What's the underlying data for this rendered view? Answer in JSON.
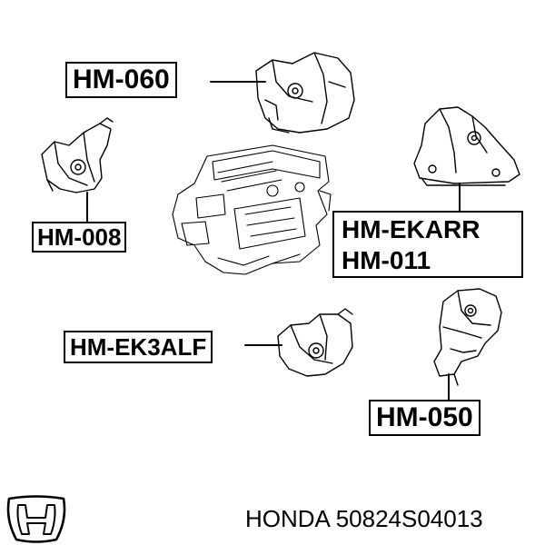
{
  "labels": {
    "hm060": "HM-060",
    "hm008": "HM-008",
    "hmekarr": "HM-EKARR",
    "hm011": "HM-011",
    "hmek3alf": "HM-EK3ALF",
    "hm050": "HM-050"
  },
  "footer": {
    "brand": "HONDA",
    "part_number": "50824S04013"
  },
  "icons": {
    "logo": "honda-logo-icon"
  },
  "colors": {
    "line": "#000000",
    "background": "#ffffff"
  }
}
